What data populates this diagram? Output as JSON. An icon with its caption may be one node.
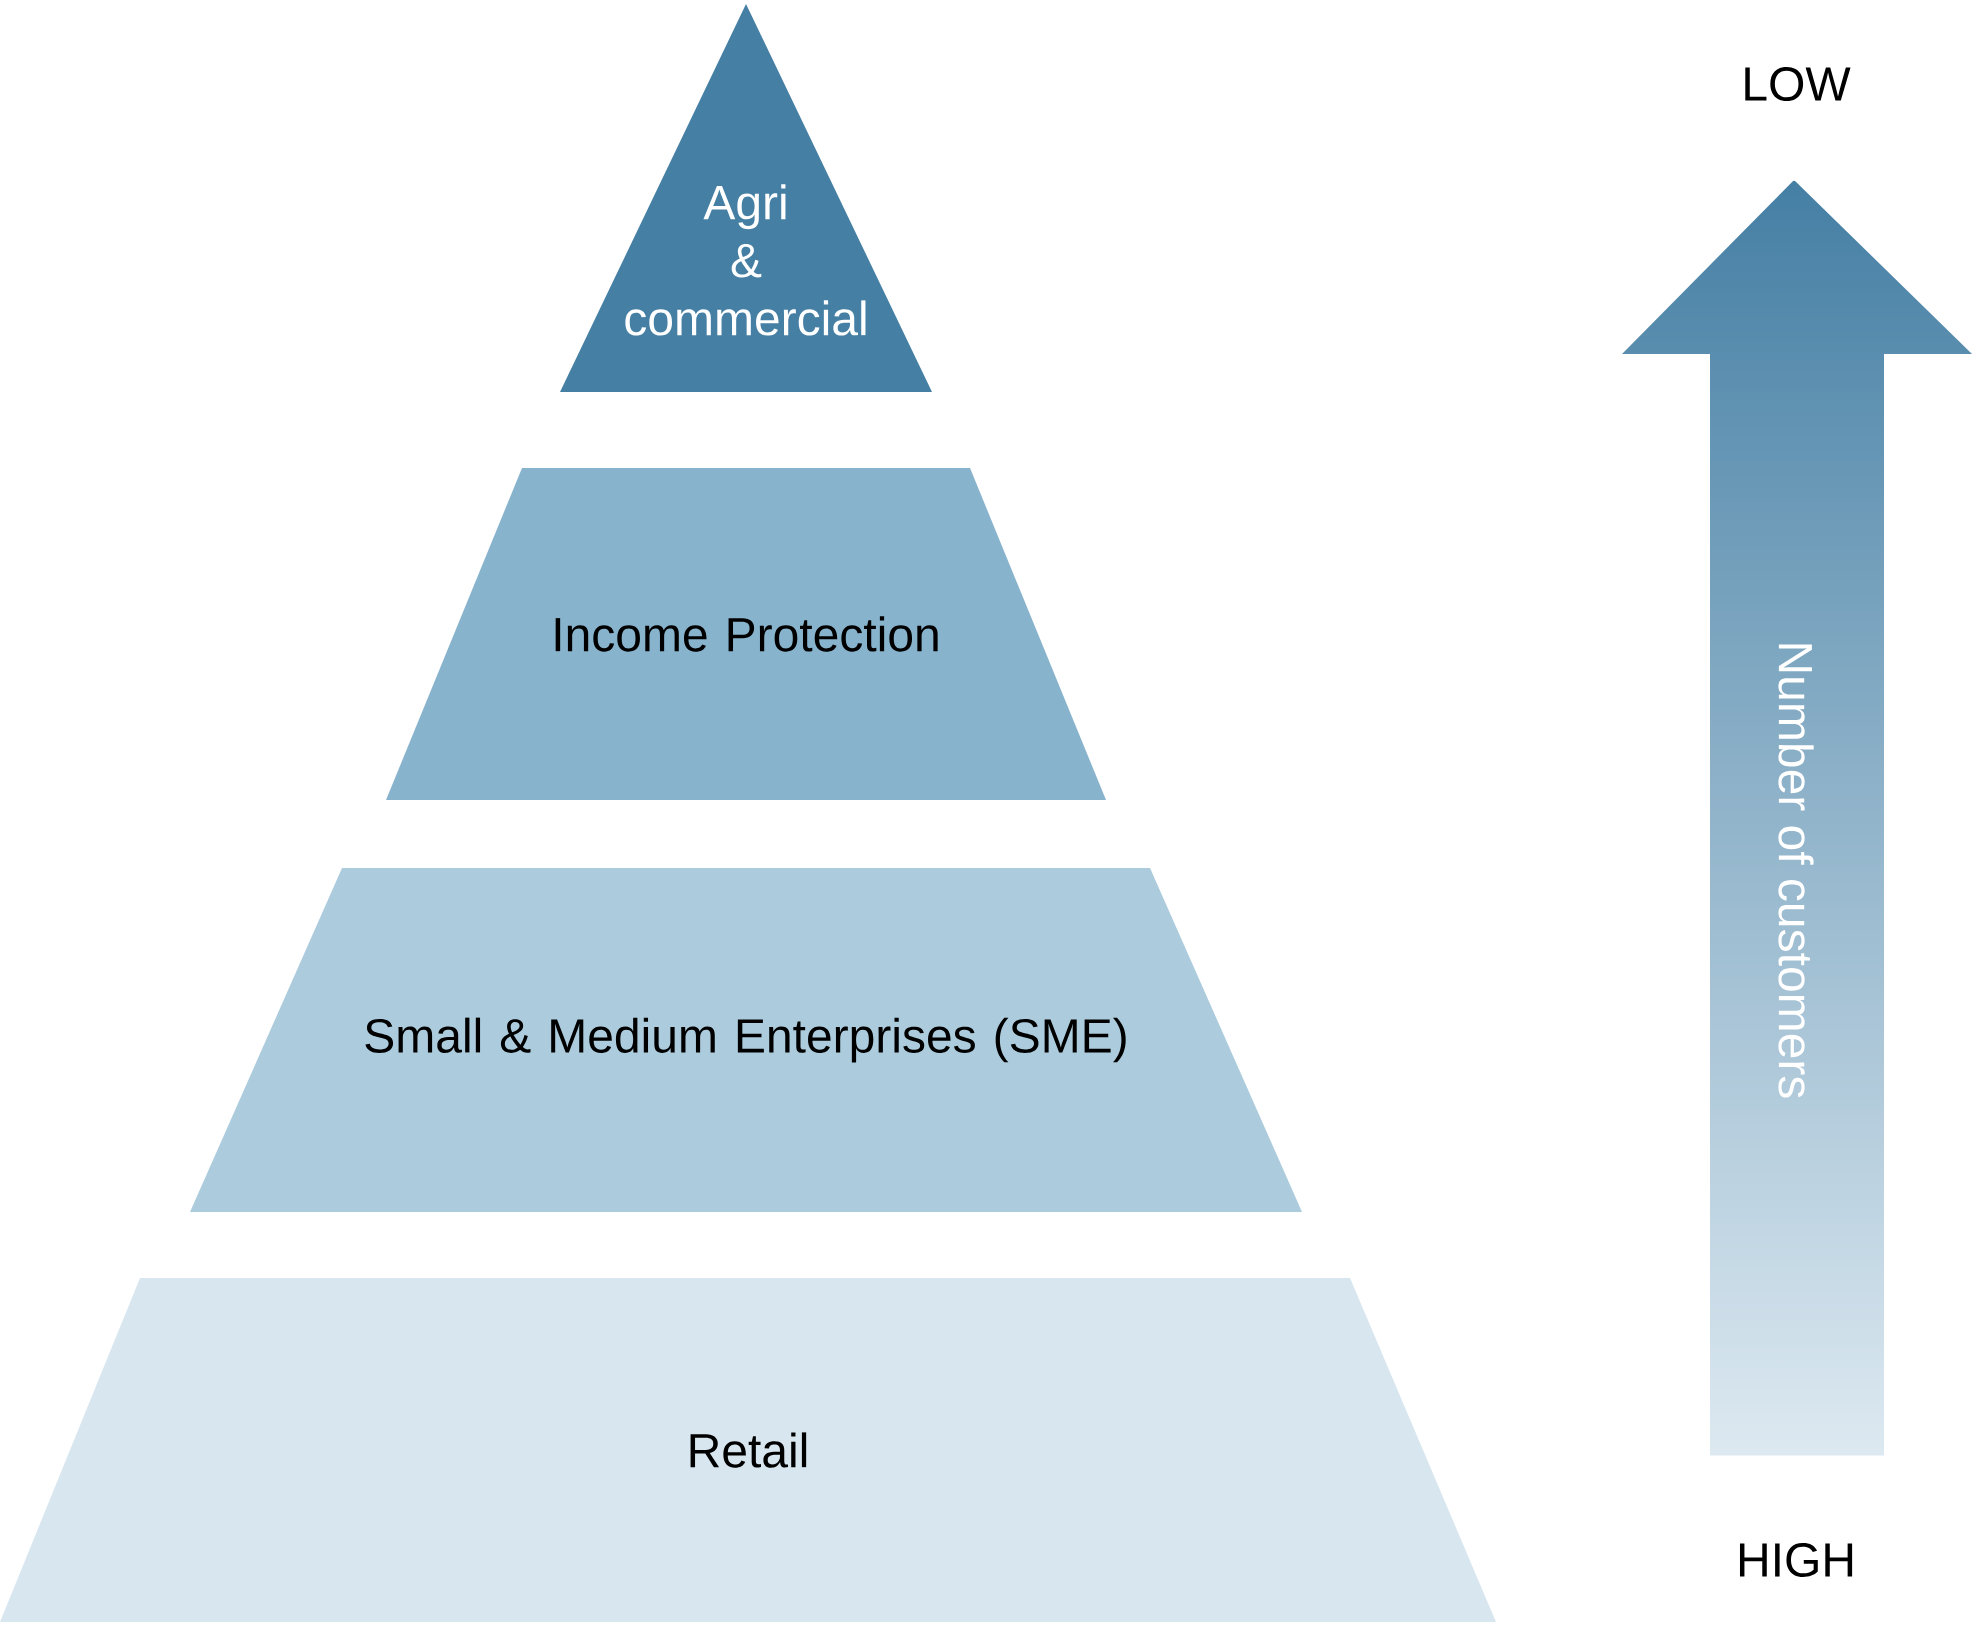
{
  "diagram": {
    "nodes": [
      {
        "text": [
          "Agri & commercial"
        ]
      },
      {
        "text": [
          "Income Protection"
        ]
      },
      {
        "text": [
          "Small & Medium Enterprises (SME)"
        ]
      },
      {
        "text": [
          "Retail"
        ]
      },
      {
        "text": [
          "Number of customers"
        ]
      }
    ],
    "labels": [
      "LOW",
      "HIGH"
    ]
  }
}
